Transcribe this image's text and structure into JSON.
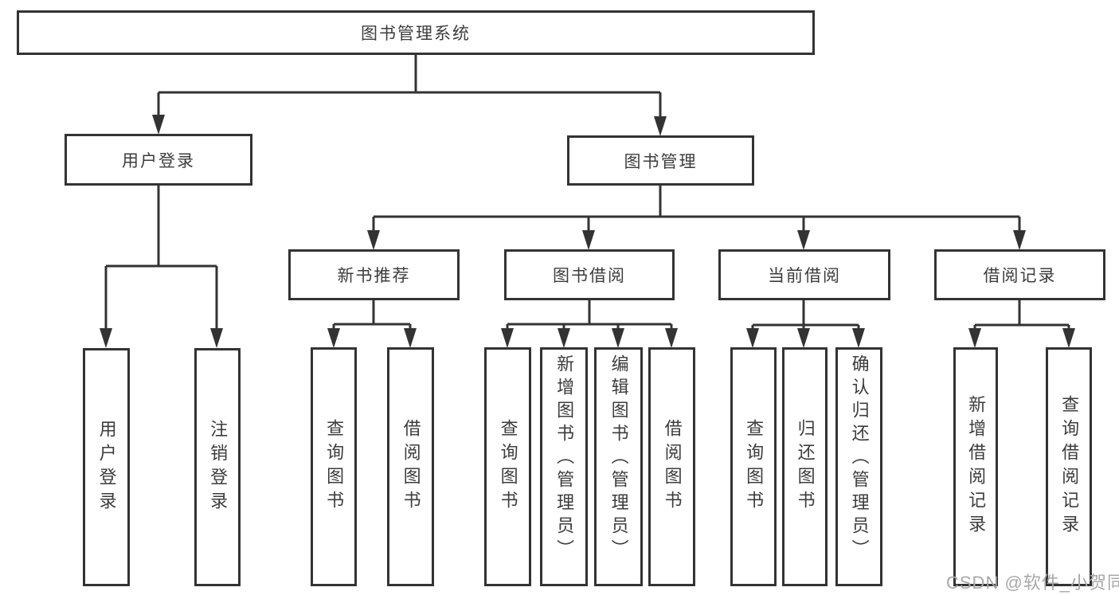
{
  "colors": {
    "line": "#333333",
    "box_border": "#333333",
    "text": "#3c3c3c",
    "background": "#ffffff",
    "watermark": "#a8a8a8"
  },
  "diagram": {
    "root": {
      "label": "图书管理系统"
    },
    "level2": [
      {
        "label": "用户登录"
      },
      {
        "label": "图书管理"
      }
    ],
    "level3": [
      {
        "label": "新书推荐"
      },
      {
        "label": "图书借阅"
      },
      {
        "label": "当前借阅"
      },
      {
        "label": "借阅记录"
      }
    ],
    "leaves": {
      "user_login": [
        {
          "label": "用户登录"
        },
        {
          "label": "注销登录"
        }
      ],
      "new_book_recommendation": [
        {
          "label": "查询图书"
        },
        {
          "label": "借阅图书"
        }
      ],
      "book_borrowing": [
        {
          "label": "查询图书"
        },
        {
          "label": "新增图书（管理员）"
        },
        {
          "label": "编辑图书（管理员）"
        },
        {
          "label": "借阅图书"
        }
      ],
      "current_borrowing": [
        {
          "label": "查询图书"
        },
        {
          "label": "归还图书"
        },
        {
          "label": "确认归还（管理员）"
        }
      ],
      "borrowing_records": [
        {
          "label": "新增借阅记录"
        },
        {
          "label": "查询借阅记录"
        }
      ]
    }
  },
  "watermark": {
    "text": "CSDN @软件_小贺同学"
  }
}
